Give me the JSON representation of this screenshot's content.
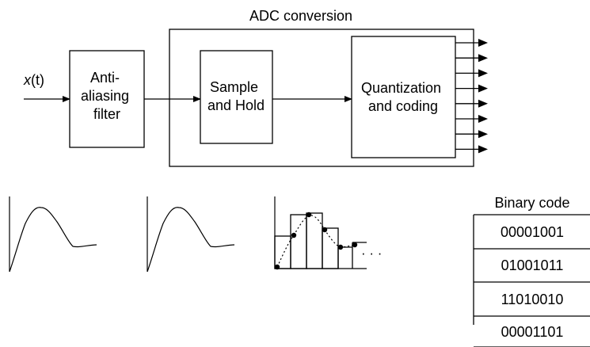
{
  "diagram": {
    "adc_label": "ADC conversion",
    "input_signal": "x",
    "input_arg": "(t)",
    "blocks": {
      "filter": [
        "Anti-",
        "aliasing",
        "filter"
      ],
      "sample_hold": [
        "Sample",
        "and Hold"
      ],
      "quantization": [
        "Quantization",
        "and coding"
      ]
    },
    "output_bits": 8
  },
  "binary_table": {
    "title": "Binary code",
    "rows": [
      "00001001",
      "01001011",
      "11010010",
      "00001101",
      "· · ·"
    ]
  },
  "waveforms": {
    "dots_label": "· · ·"
  }
}
